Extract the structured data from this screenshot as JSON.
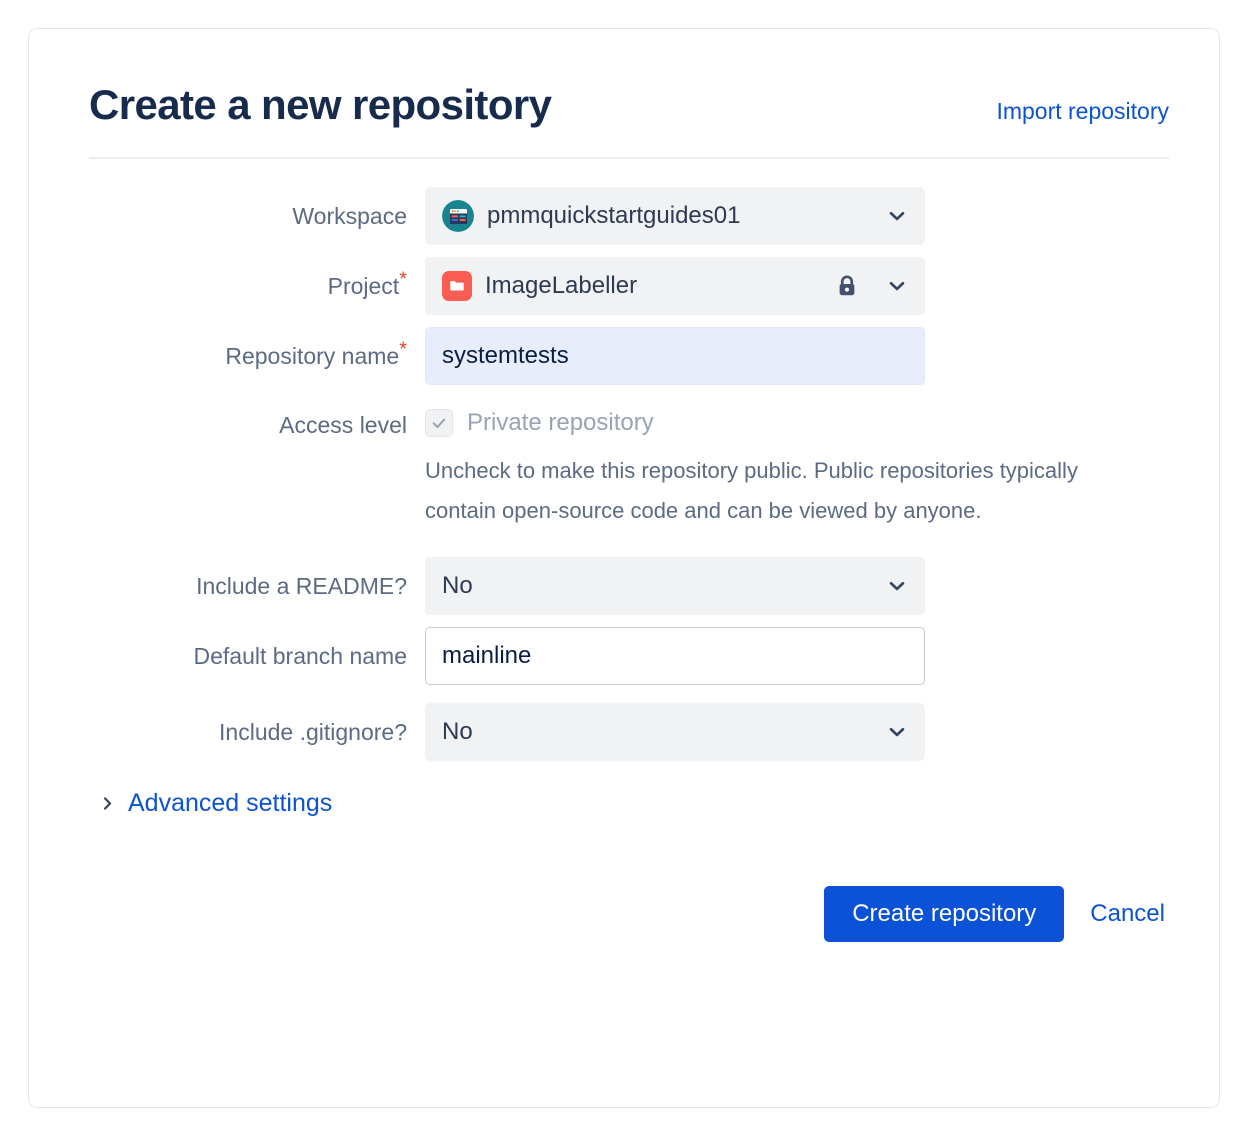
{
  "header": {
    "title": "Create a new repository",
    "import_link": "Import repository"
  },
  "form": {
    "workspace": {
      "label": "Workspace",
      "value": "pmmquickstartguides01",
      "avatar_icon": "workspace-avatar-icon",
      "chevron_icon": "chevron-down-icon"
    },
    "project": {
      "label": "Project",
      "required_marker": "*",
      "value": "ImageLabeller",
      "avatar_icon": "project-folder-icon",
      "lock_icon": "lock-icon",
      "chevron_icon": "chevron-down-icon"
    },
    "repository_name": {
      "label": "Repository name",
      "required_marker": "*",
      "value": "systemtests",
      "placeholder": ""
    },
    "access_level": {
      "label": "Access level",
      "checkbox_label": "Private repository",
      "checked": true,
      "disabled": true,
      "check_icon": "check-icon",
      "helper_text": "Uncheck to make this repository public. Public repositories typically contain open-source code and can be viewed by anyone."
    },
    "include_readme": {
      "label": "Include a README?",
      "value": "No",
      "chevron_icon": "chevron-down-icon"
    },
    "default_branch": {
      "label": "Default branch name",
      "value": "mainline",
      "placeholder": ""
    },
    "include_gitignore": {
      "label": "Include .gitignore?",
      "value": "No",
      "chevron_icon": "chevron-down-icon"
    },
    "advanced_settings": {
      "label": "Advanced settings",
      "caret_icon": "chevron-right-icon",
      "expanded": false
    }
  },
  "footer": {
    "submit_label": "Create repository",
    "cancel_label": "Cancel"
  },
  "colors": {
    "accent_blue": "#0b52d7",
    "link_blue": "#0c53d4",
    "title_navy": "#172b4d",
    "label_grey": "#5c6b83",
    "field_grey": "#f1f2f4",
    "autofill_lavender": "#e8edfb",
    "required_red": "#e2452b",
    "project_icon_red": "#f85c52",
    "workspace_icon_teal": "#17848e"
  }
}
